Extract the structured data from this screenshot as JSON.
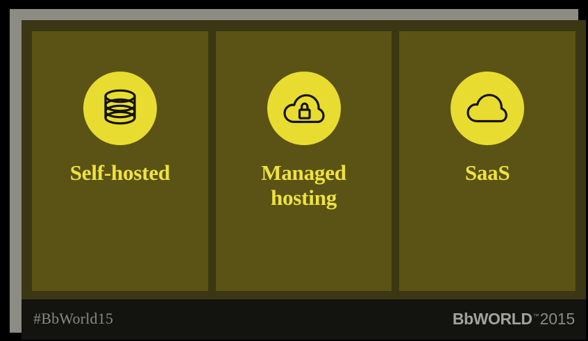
{
  "slide": {
    "background_color": "#3b3714",
    "panel_color": "#5a5315",
    "accent_color": "#e8dc30",
    "label_color": "#efe23e",
    "footer_color": "#131310",
    "frame_color": "#8c8c85",
    "outer_color": "#000000"
  },
  "panels": [
    {
      "label": "Self-hosted",
      "icon": "database-icon"
    },
    {
      "label": "Managed\nhosting",
      "icon": "cloud-lock-icon"
    },
    {
      "label": "SaaS",
      "icon": "cloud-icon"
    }
  ],
  "footer": {
    "hashtag": "#BbWorld15",
    "logo_mark": "BbWORLD",
    "logo_tm": "™",
    "logo_year": "2015"
  }
}
